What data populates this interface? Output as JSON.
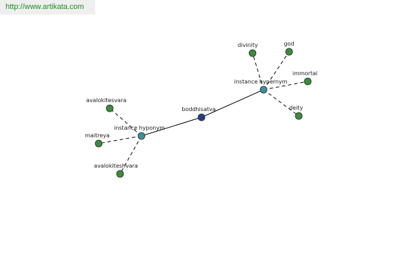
{
  "header": {
    "url": "http://www.artikata.com"
  },
  "graph": {
    "colors": {
      "root": "#2b3a8c",
      "relation": "#3f8e9e",
      "leaf": "#3e8a3e",
      "outline": "#1e2f1e"
    },
    "root": {
      "id": "root",
      "label": "boddhisatva",
      "type": "root"
    },
    "relations": [
      {
        "id": "hypernym",
        "label": "instance hypernym",
        "type": "relation"
      },
      {
        "id": "hyponym",
        "label": "instance hyponym",
        "type": "relation"
      }
    ],
    "leaves": [
      {
        "id": "divinity",
        "label": "divinity",
        "parent": "hypernym"
      },
      {
        "id": "god",
        "label": "god",
        "parent": "hypernym"
      },
      {
        "id": "immortal",
        "label": "immortal",
        "parent": "hypernym"
      },
      {
        "id": "deity",
        "label": "deity",
        "parent": "hypernym"
      },
      {
        "id": "avalokitesvara",
        "label": "avalokitesvara",
        "parent": "hyponym"
      },
      {
        "id": "maitreya",
        "label": "maitreya",
        "parent": "hyponym"
      },
      {
        "id": "avalokiteshvara",
        "label": "avalokiteshvara",
        "parent": "hyponym"
      }
    ]
  }
}
